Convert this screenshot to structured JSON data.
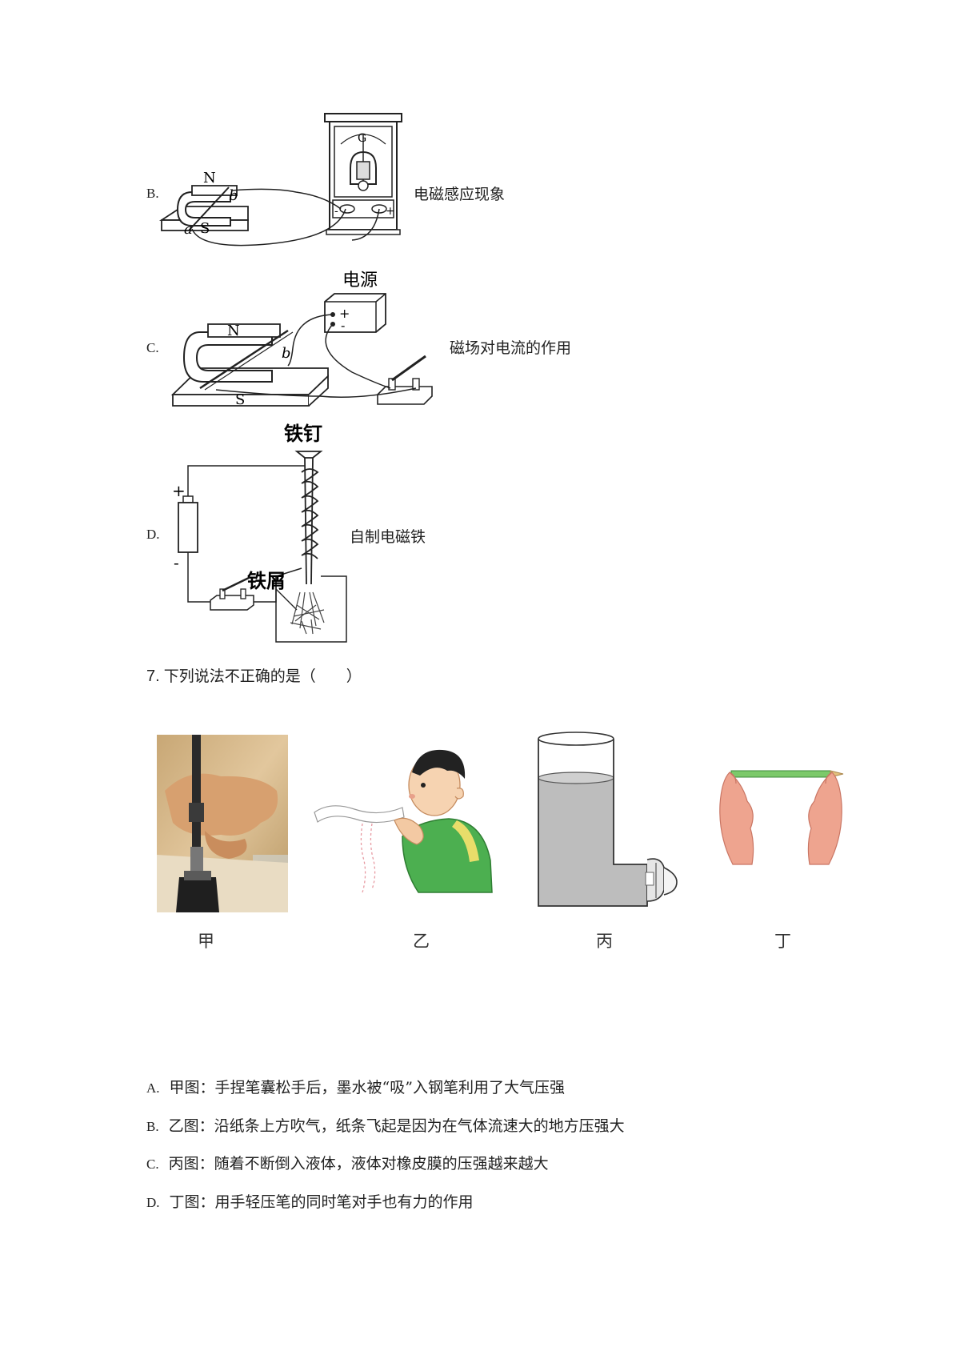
{
  "options_top": [
    {
      "letter": "B.",
      "caption": "电磁感应现象",
      "labels": {
        "N": "N",
        "S": "S",
        "a": "a",
        "b": "b",
        "G": "G",
        "minus": "-",
        "plus": "+"
      }
    },
    {
      "letter": "C.",
      "caption": "磁场对电流的作用",
      "labels": {
        "power": "电源",
        "N": "N",
        "S": "S",
        "b": "b",
        "plus": "+",
        "minus": "-"
      }
    },
    {
      "letter": "D.",
      "caption": "自制电磁铁",
      "labels": {
        "nail": "铁钉",
        "filings": "铁屑",
        "plus": "+",
        "minus": "-"
      }
    }
  ],
  "question7": {
    "number": "7.",
    "text": "下列说法不正确的是（　　）",
    "figures": [
      "甲",
      "乙",
      "丙",
      "丁"
    ],
    "answers": [
      {
        "letter": "A.",
        "text": "甲图：手捏笔囊松手后，墨水被“吸”入钢笔利用了大气压强"
      },
      {
        "letter": "B.",
        "text": "乙图：沿纸条上方吹气，纸条飞起是因为在气体流速大的地方压强大"
      },
      {
        "letter": "C.",
        "text": "丙图：随着不断倒入液体，液体对橡皮膜的压强越来越大"
      },
      {
        "letter": "D.",
        "text": "丁图：用手轻压笔的同时笔对手也有力的作用"
      }
    ]
  }
}
